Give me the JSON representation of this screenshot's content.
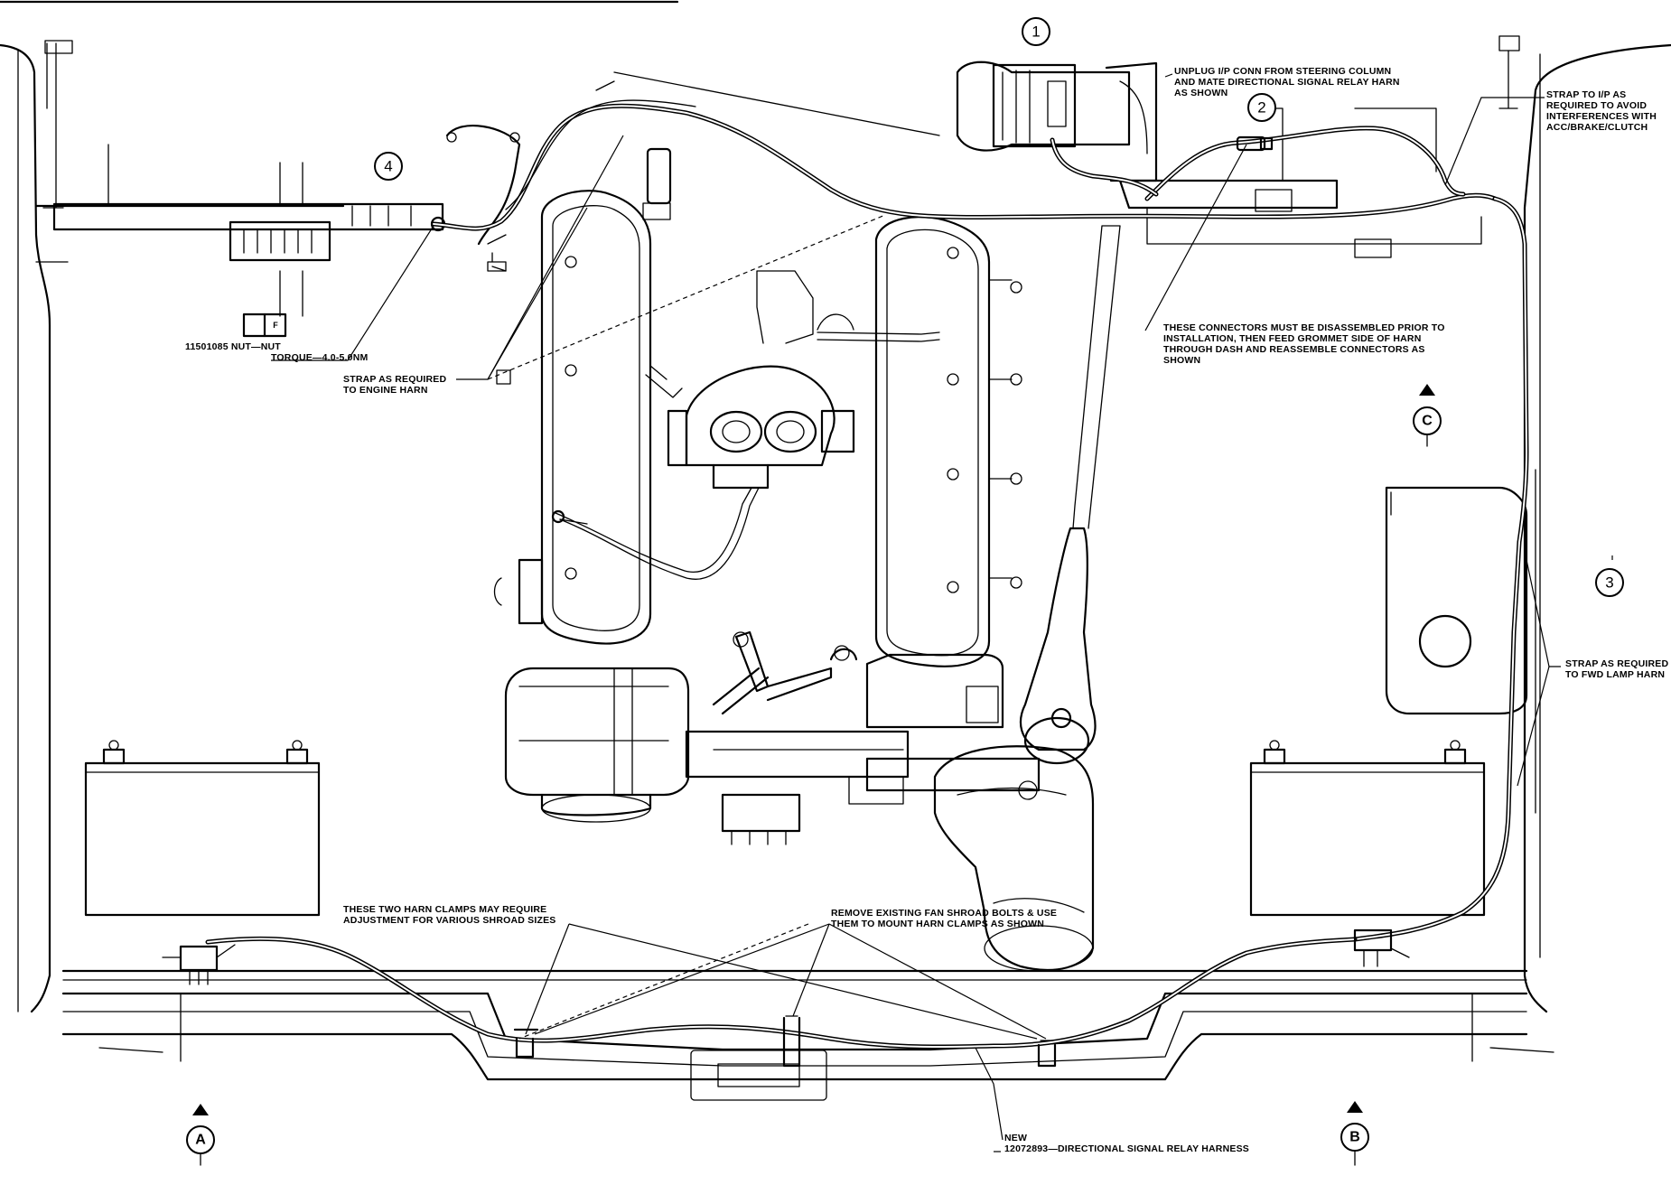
{
  "callouts": {
    "c1": "1",
    "c2": "2",
    "c3": "3",
    "c4": "4"
  },
  "view_refs": {
    "a": "A",
    "b": "B",
    "c": "C"
  },
  "fastener_box": {
    "cell_right": "F"
  },
  "notes": {
    "unplug_1": "UNPLUG I/P CONN FROM STEERING COLUMN",
    "unplug_2": "AND MATE DIRECTIONAL SIGNAL RELAY HARN",
    "unplug_3": "AS SHOWN",
    "strap_ip_1": "STRAP TO I/P AS",
    "strap_ip_2": "REQUIRED TO AVOID",
    "strap_ip_3": "INTERFERENCES WITH",
    "strap_ip_4": "ACC/BRAKE/CLUTCH",
    "connectors_1": "THESE CONNECTORS MUST BE DISASSEMBLED PRIOR TO",
    "connectors_2": "INSTALLATION, THEN FEED GROMMET SIDE OF HARN",
    "connectors_3": "THROUGH DASH AND REASSEMBLE CONNECTORS AS",
    "connectors_4": "SHOWN",
    "nut_part": "11501085 NUT—NUT",
    "torque": "TORQUE—4.0-5.0NM",
    "strap_engine_1": "STRAP AS REQUIRED",
    "strap_engine_2": "TO ENGINE HARN",
    "strap_fwd_1": "STRAP AS REQUIRED",
    "strap_fwd_2": "TO FWD LAMP HARN",
    "clamps_1": "THESE TWO HARN CLAMPS MAY REQUIRE",
    "clamps_2": "ADJUSTMENT FOR VARIOUS SHROAD SIZES",
    "shroud_1": "REMOVE EXISTING FAN SHROAD BOLTS & USE",
    "shroud_2": "THEM TO MOUNT HARN CLAMPS AS SHOWN",
    "new_1": "NEW",
    "new_2": "12072893—DIRECTIONAL SIGNAL RELAY HARNESS"
  }
}
